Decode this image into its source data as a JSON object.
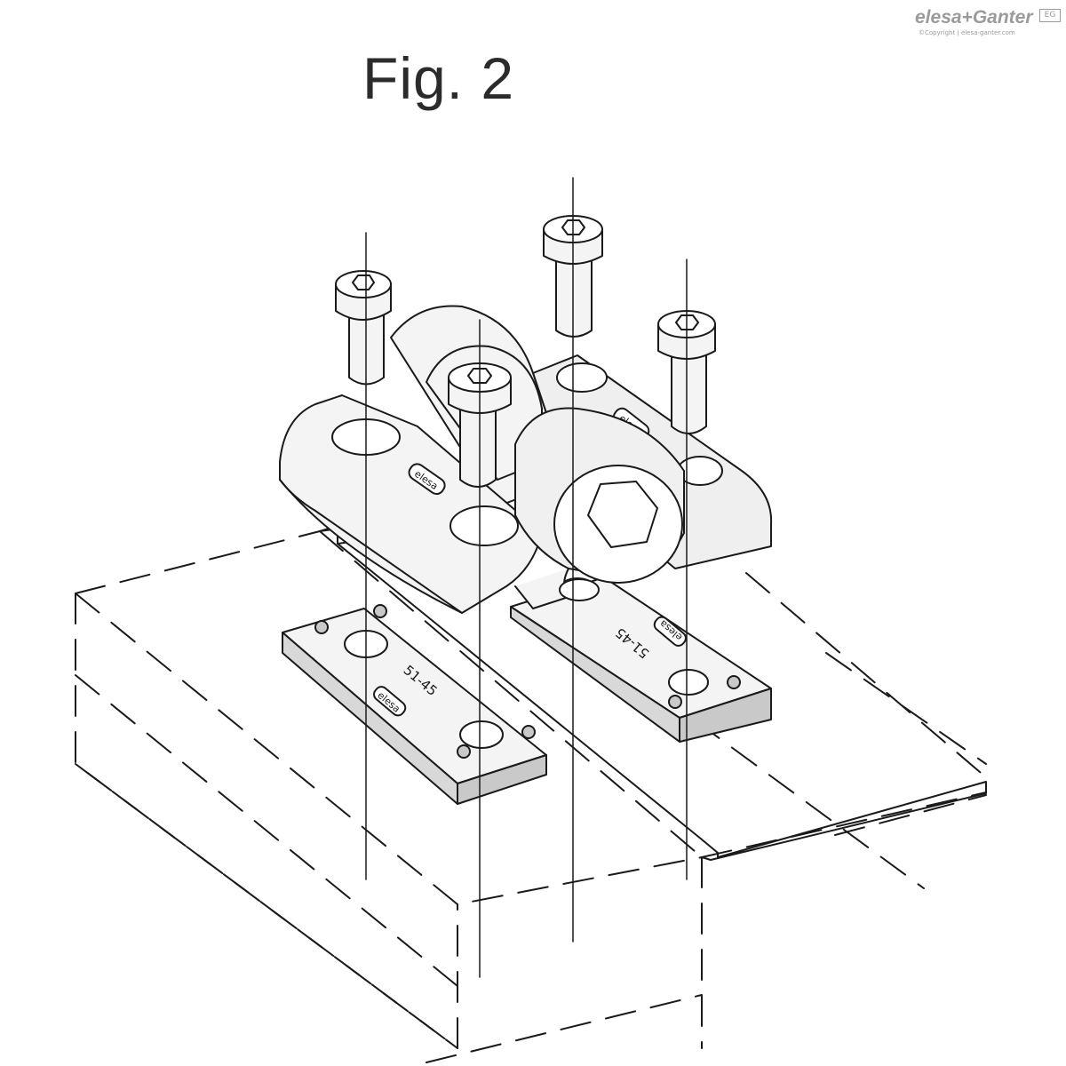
{
  "figure": {
    "title": "Fig. 2"
  },
  "brand": {
    "name": "elesa+Ganter",
    "badge": "EG",
    "copyright": "©Copyright | elesa-ganter.com"
  },
  "parts": {
    "hinge_mark": "elesa",
    "plate_code": "51-45",
    "plate_mark": "elesa"
  },
  "colors": {
    "line": "#1a1a1a",
    "fill_light": "#f4f4f4",
    "fill_mid": "#e2e2e2",
    "fill_dark": "#c9c9c9"
  }
}
